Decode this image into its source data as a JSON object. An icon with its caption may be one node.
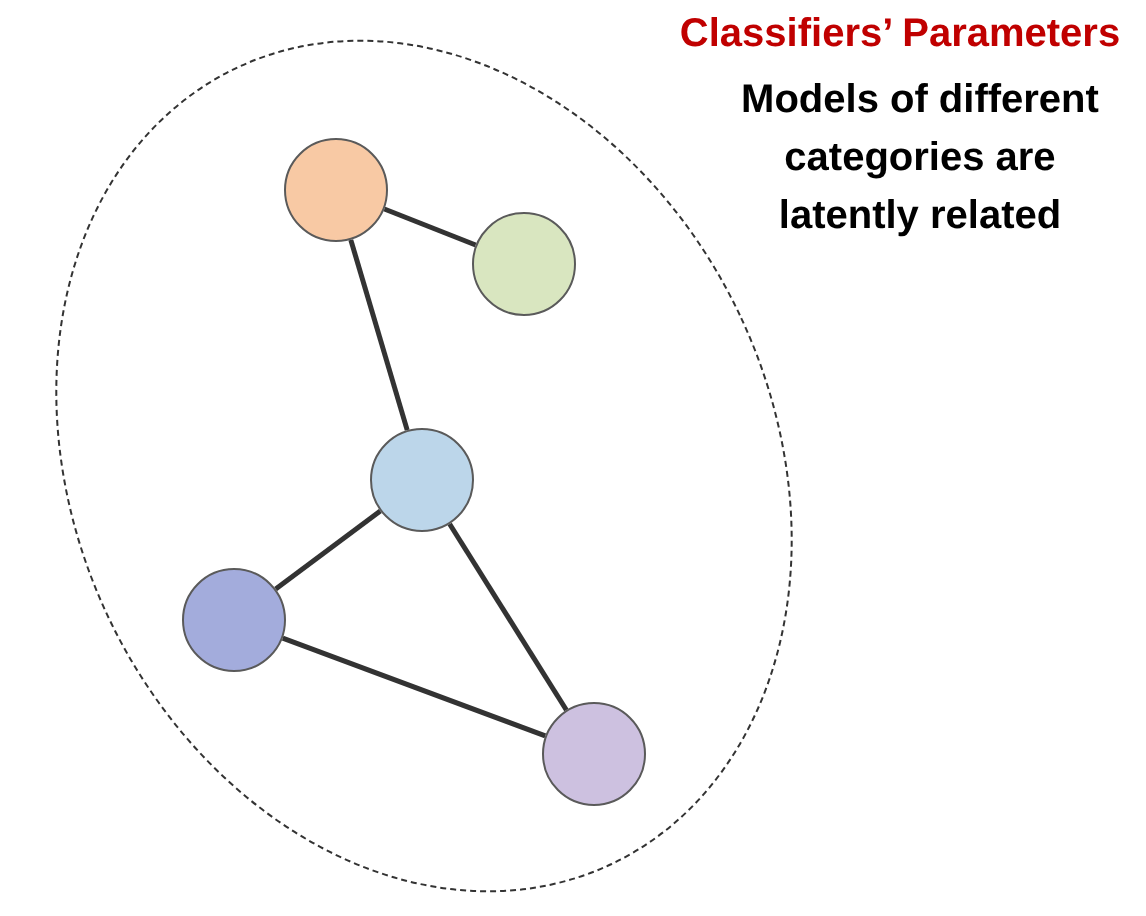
{
  "diagram": {
    "title": "Classifiers’ Parameters",
    "nodes": [
      {
        "text": [],
        "shape": "ellipse"
      },
      {
        "text": [],
        "shape": "circle",
        "in": 0
      },
      {
        "text": [],
        "shape": "circle",
        "in": 0
      },
      {
        "text": [],
        "shape": "circle",
        "in": 0
      },
      {
        "text": [],
        "shape": "circle",
        "in": 0
      },
      {
        "text": [],
        "shape": "circle",
        "in": 0
      }
    ],
    "edges": [
      {
        "from": 1,
        "to": 2,
        "arrow": "none"
      },
      {
        "from": 1,
        "to": 3,
        "arrow": "none"
      },
      {
        "from": 3,
        "to": 4,
        "arrow": "none"
      },
      {
        "from": 3,
        "to": 5,
        "arrow": "none"
      },
      {
        "from": 4,
        "to": 5,
        "arrow": "none"
      }
    ],
    "labels": [
      "Models of different categories are latently related"
    ]
  }
}
